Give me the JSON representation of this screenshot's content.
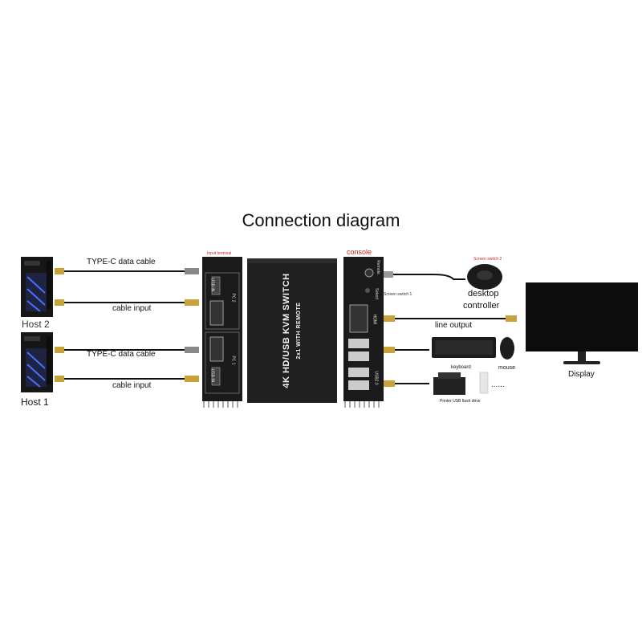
{
  "title": "Connection diagram",
  "hosts": [
    {
      "label": "Host 2"
    },
    {
      "label": "Host 1"
    }
  ],
  "cables": {
    "typec_top": "TYPE-C data cable",
    "input_top": "cable input",
    "typec_bottom": "TYPE-C data cable",
    "input_bottom": "cable input",
    "line_output": "line output"
  },
  "input_panel": {
    "header": "Input terminal",
    "pc2_label": "PC 2",
    "pc1_label": "PC 1",
    "usb_in_top": "USB IN",
    "usb_in_bottom": "USB IN"
  },
  "switch_unit": {
    "line1": "4K HD/USB KVM SWITCH",
    "line2": "2x1 WITH REMOTE"
  },
  "console_panel": {
    "header": "console",
    "remote": "Remote",
    "select": "Select",
    "hdmi": "HDMI",
    "usb20": "USB2.0",
    "screen_switch": "Screen switch 1"
  },
  "peripherals": {
    "screen_switch_2": "Screen switch 2",
    "desktop_controller_line1": "desktop",
    "desktop_controller_line2": "controller",
    "keyboard": "keyboard",
    "mouse": "mouse",
    "printer": "Printer USB flash drive",
    "ellipsis": "......",
    "display": "Display"
  },
  "colors": {
    "device": "#1b1b1b",
    "connector": "#c8a23a",
    "console_label": "#cc2222",
    "cable": "#111111"
  }
}
